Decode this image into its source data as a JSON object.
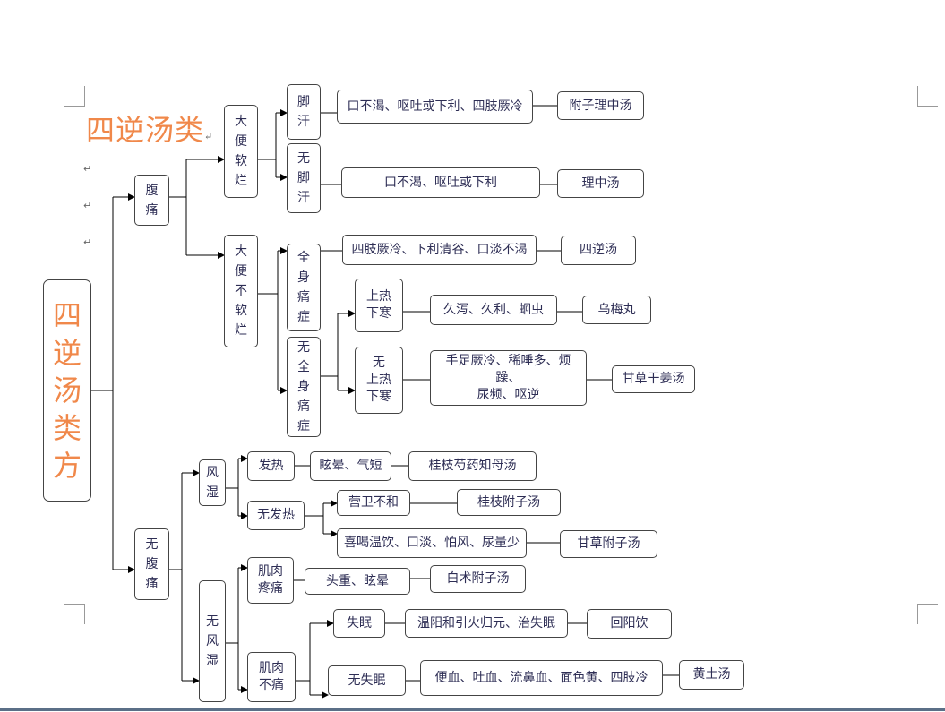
{
  "heading": "四逆汤类",
  "return_mark": "↵",
  "nodes": {
    "root": "四\n逆\n汤\n类\n方",
    "abdominal_pain": "腹\n痛",
    "no_abdominal_pain": "无\n腹\n痛",
    "soft_stool": "大\n便\n软\n烂",
    "not_soft_stool": "大\n便\n不\n软\n烂",
    "foot_sweat": "脚\n汗",
    "no_foot_sweat": "无\n脚\n汗",
    "whole_body_pain": "全\n身\n痛\n症",
    "no_whole_body_pain": "无\n全\n身\n痛\n症",
    "upper_heat_lower_cold": "上热\n下寒",
    "no_upper_heat_lower_cold": "无\n上热\n下寒",
    "wind_damp": "风\n湿",
    "no_wind_damp": "无\n风\n湿",
    "fever": "发热",
    "no_fever": "无发热",
    "muscle_pain": "肌肉\n疼痛",
    "muscle_no_pain": "肌肉\n不痛",
    "insomnia": "失眠",
    "no_insomnia": "无失眠"
  },
  "symptoms": {
    "s1": "口不渴、呕吐或下利、四肢厥冷",
    "s2": "口不渴、呕吐或下利",
    "s3": "四肢厥冷、下利清谷、口淡不渴",
    "s4": "久泻、久利、蛔虫",
    "s5": "手足厥冷、稀唾多、烦躁、\n尿频、呕逆",
    "s6": "眩晕、气短",
    "s7": "营卫不和",
    "s8": "喜喝温饮、口淡、怕风、尿量少",
    "s9": "头重、眩晕",
    "s10": "温阳和引火归元、治失眠",
    "s11": "便血、吐血、流鼻血、面色黄、四肢冷"
  },
  "formulas": {
    "f1": "附子理中汤",
    "f2": "理中汤",
    "f3": "四逆汤",
    "f4": "乌梅丸",
    "f5": "甘草干姜汤",
    "f6": "桂枝芍药知母汤",
    "f7": "桂枝附子汤",
    "f8": "甘草附子汤",
    "f9": "白术附子汤",
    "f10": "回阳饮",
    "f11": "黄土汤"
  }
}
